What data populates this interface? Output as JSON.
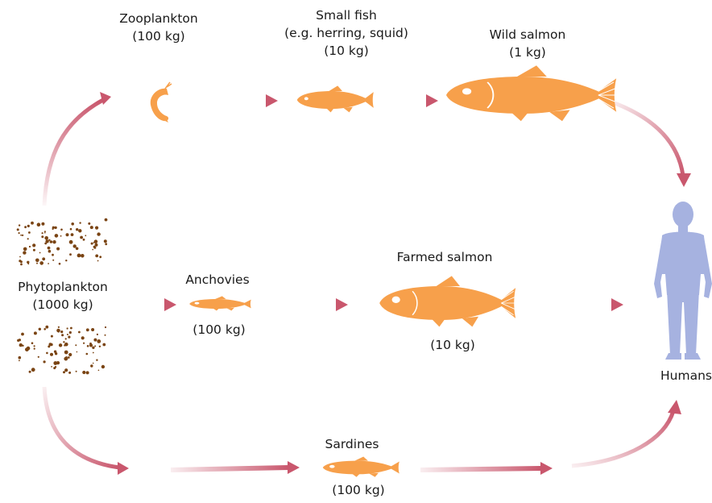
{
  "nodes": {
    "phytoplankton": {
      "name": "Phytoplankton",
      "mass": "(1000 kg)"
    },
    "zooplankton": {
      "name": "Zooplankton",
      "mass": "(100 kg)"
    },
    "small_fish": {
      "name": "Small fish",
      "note": "(e.g. herring, squid)",
      "mass": "(10 kg)"
    },
    "wild_salmon": {
      "name": "Wild salmon",
      "mass": "(1 kg)"
    },
    "anchovies": {
      "name": "Anchovies",
      "mass": "(100 kg)"
    },
    "farmed_salmon": {
      "name": "Farmed salmon",
      "mass": "(10 kg)"
    },
    "sardines": {
      "name": "Sardines",
      "mass": "(100 kg)"
    },
    "humans": {
      "name": "Humans"
    }
  },
  "colors": {
    "fish": "#f7a04b",
    "fish_line": "#ffffff",
    "arrow": "#c9576d",
    "human": "#a6b2e0",
    "plankton": "#7a4413"
  }
}
